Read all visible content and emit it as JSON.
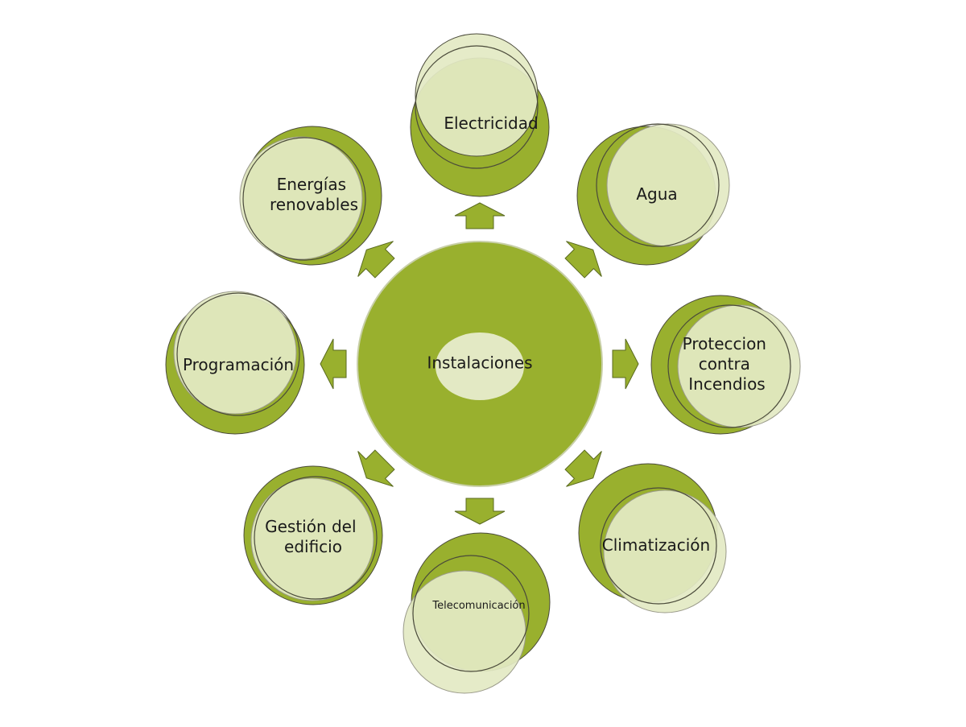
{
  "diagram": {
    "center_label": "Instalaciones",
    "nodes": [
      {
        "label_lines": [
          "Electricidad"
        ]
      },
      {
        "label_lines": [
          "Agua"
        ]
      },
      {
        "label_lines": [
          "Proteccion",
          "contra",
          "Incendios"
        ]
      },
      {
        "label_lines": [
          "Climatización"
        ]
      },
      {
        "label_lines": [
          "Telecomunicación"
        ]
      },
      {
        "label_lines": [
          "Gestión del",
          "edificio"
        ]
      },
      {
        "label_lines": [
          "Programación"
        ]
      },
      {
        "label_lines": [
          "Energías",
          "renovables"
        ]
      }
    ]
  },
  "colors": {
    "primary_green": "#99b02e",
    "light_green": "#e3e9c4",
    "outline": "#4a4a3a",
    "text": "#1a1a1a"
  }
}
